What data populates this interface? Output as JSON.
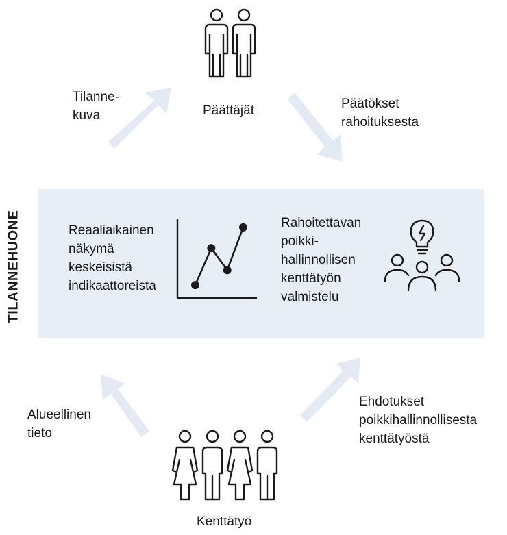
{
  "panel_label": "TILANNEHUONE",
  "nodes": {
    "top_label": "Päättäjät",
    "bottom_label": "Kenttätyö"
  },
  "flows": {
    "left_top": [
      "Tilanne-",
      "kuva"
    ],
    "right_top": [
      "Päätökset",
      "rahoituksesta"
    ],
    "left_bottom": [
      "Alueellinen",
      "tieto"
    ],
    "right_bottom": [
      "Ehdotukset",
      "poikkihallinnollisesta",
      "kenttätyöstä"
    ]
  },
  "panel": {
    "left_text": [
      "Reaaliaikainen",
      "näkymä",
      "keskeisistä",
      "indikaattoreista"
    ],
    "right_text": [
      "Rahoitettavan",
      "poikki-",
      "hallinnollisen",
      "kenttätyön",
      "valmistelu"
    ]
  },
  "colors": {
    "panel_bg": "#e8eef6",
    "arrow": "#e3eaf4",
    "icon": "#1a1a1a"
  },
  "icons": {
    "top": "two-people-icon",
    "bottom": "group-of-four-people-icon",
    "chart": "line-chart-icon",
    "idea": "team-lightbulb-icon"
  },
  "chart_data": {
    "type": "line",
    "x": [
      1,
      2,
      3,
      4
    ],
    "values": [
      1,
      4.2,
      2.3,
      6
    ]
  }
}
